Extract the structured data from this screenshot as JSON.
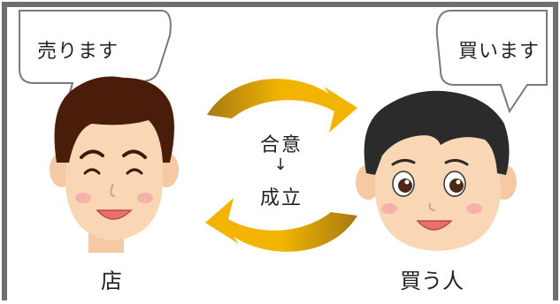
{
  "bubbles": {
    "seller": "売ります",
    "buyer": "買います"
  },
  "center": {
    "agreement": "合意",
    "arrow": "↓",
    "contract": "成立"
  },
  "people": {
    "seller_name": "店",
    "buyer_name": "買う人"
  },
  "colors": {
    "frame": "#6f6f6f",
    "arrow_gold": "#f2b400",
    "arrow_dark": "#a77a12",
    "skin": "#f9d7b5",
    "seller_hair": "#4a1d0a",
    "buyer_hair": "#2b2b2b"
  }
}
